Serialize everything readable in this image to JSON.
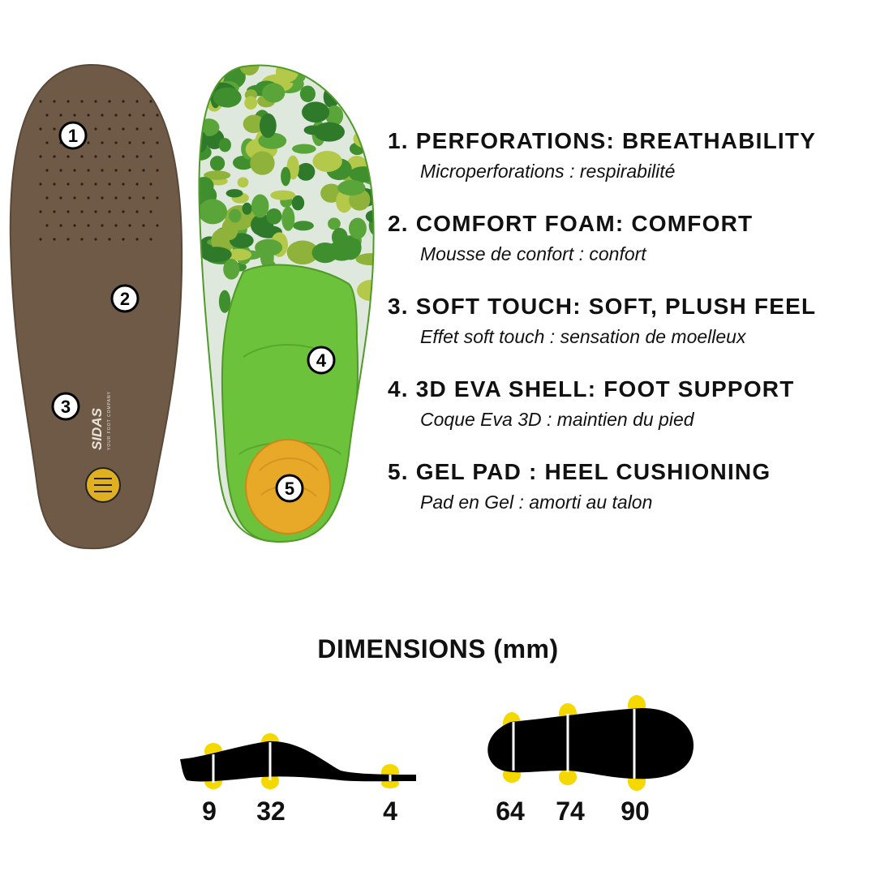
{
  "features": [
    {
      "title": "1. PERFORATIONS: BREATHABILITY",
      "subtitle": "Microperforations : respirabilité"
    },
    {
      "title": "2. COMFORT FOAM: COMFORT",
      "subtitle": "Mousse de confort : confort"
    },
    {
      "title": "3. SOFT TOUCH: SOFT, PLUSH FEEL",
      "subtitle": "Effet soft touch : sensation de moelleux"
    },
    {
      "title": "4. 3D EVA SHELL: FOOT SUPPORT",
      "subtitle": "Coque Eva 3D : maintien du pied"
    },
    {
      "title": "5. GEL PAD : HEEL CUSHIONING",
      "subtitle": "Pad en Gel : amorti au talon"
    }
  ],
  "markers": [
    "1",
    "2",
    "3",
    "4",
    "5"
  ],
  "logo": {
    "brand": "SIDAS",
    "tagline": "YOUR FOOT COMPANY"
  },
  "dimensions": {
    "title": "DIMENSIONS (mm)",
    "side_profile": [
      "9",
      "32",
      "4"
    ],
    "top_profile": [
      "64",
      "74",
      "90"
    ]
  },
  "colors": {
    "leather": "#6e5a47",
    "shell": "#6cc23a",
    "gel": "#e8a828",
    "marker_yellow": "#f5d800"
  }
}
